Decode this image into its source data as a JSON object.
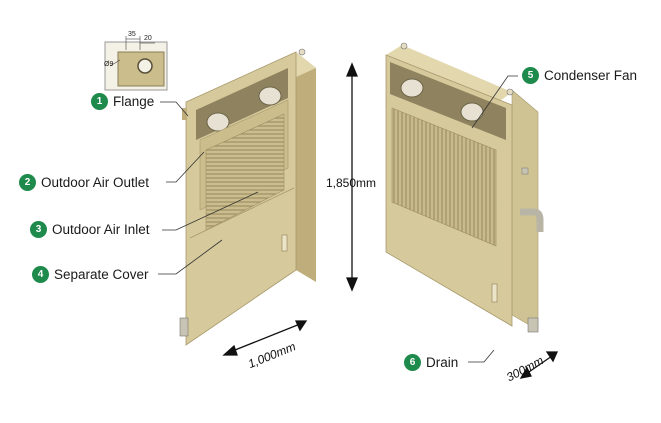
{
  "callouts": [
    {
      "num": "1",
      "label": "Flange"
    },
    {
      "num": "2",
      "label": "Outdoor Air Outlet"
    },
    {
      "num": "3",
      "label": "Outdoor Air Inlet"
    },
    {
      "num": "4",
      "label": "Separate Cover"
    },
    {
      "num": "5",
      "label": "Condenser Fan"
    },
    {
      "num": "6",
      "label": "Drain"
    }
  ],
  "dimensions": {
    "height": "1,850mm",
    "width": "1,000mm",
    "depth": "300mm"
  },
  "flange_detail": {
    "dim_a": "35",
    "dim_b": "20",
    "dim_c": "Ø9"
  },
  "colors": {
    "badge": "#1e8a4c",
    "cabinet": "#d6c99b",
    "cabinet_shade": "#bfae7c"
  }
}
